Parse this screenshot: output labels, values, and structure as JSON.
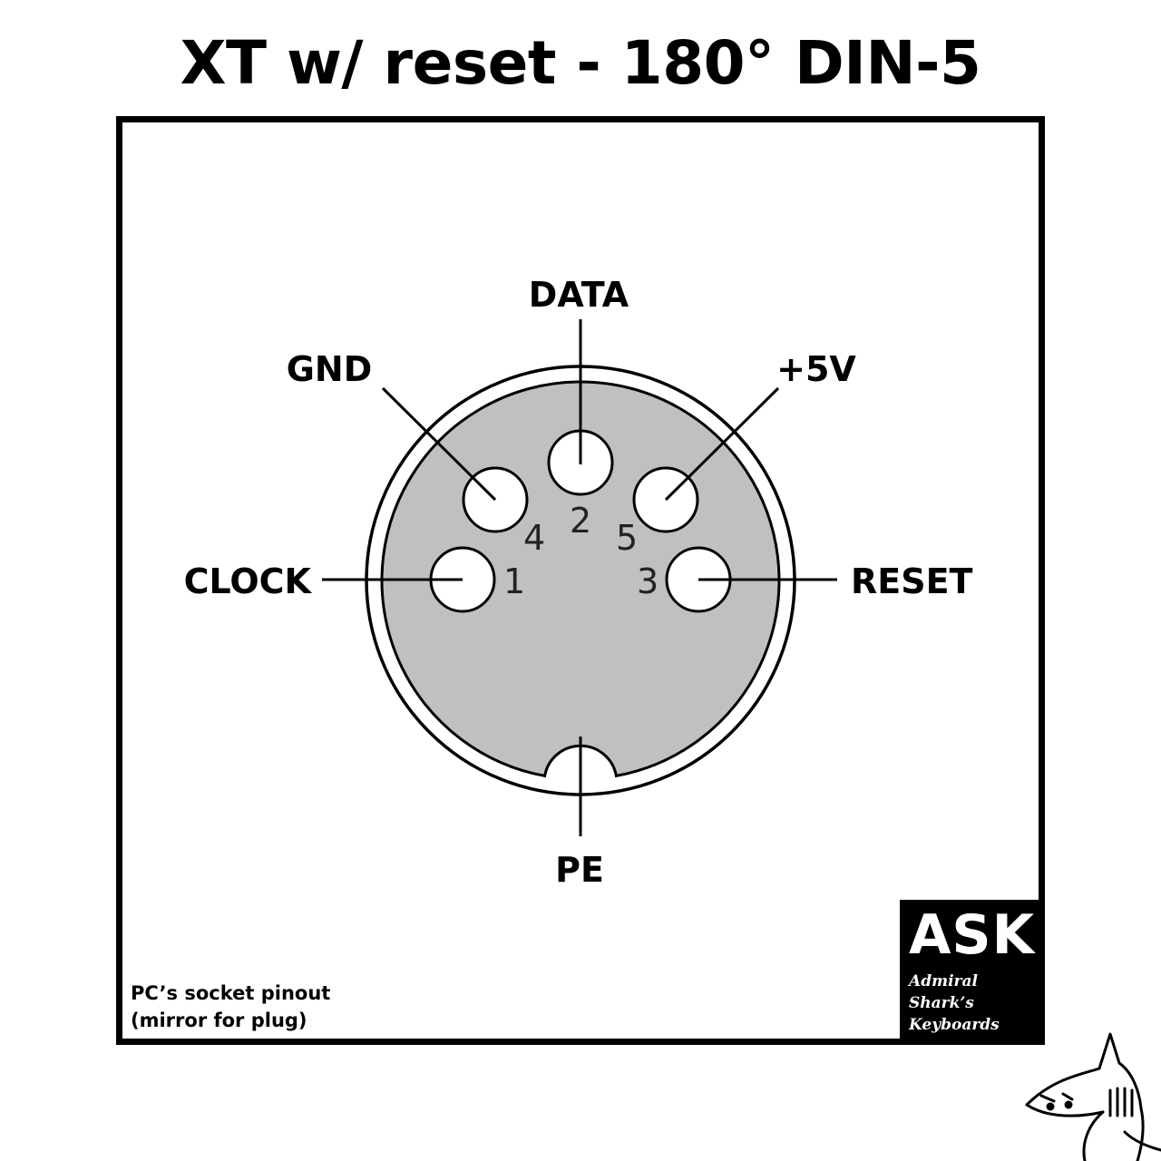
{
  "title": "XT w/ reset - 180° DIN-5",
  "connector": {
    "pins": [
      {
        "number": "1",
        "signal": "CLOCK"
      },
      {
        "number": "2",
        "signal": "DATA"
      },
      {
        "number": "3",
        "signal": "RESET"
      },
      {
        "number": "4",
        "signal": "GND"
      },
      {
        "number": "5",
        "signal": "+5V"
      }
    ],
    "shield": "PE"
  },
  "note": {
    "line1": "PC’s socket pinout",
    "line2": "(mirror for plug)"
  },
  "logo": {
    "mark": "ASK",
    "line1": "Admiral",
    "line2": "Shark’s",
    "line3": "Keyboards"
  },
  "colors": {
    "connector_fill": "#c0c0c0",
    "ink": "#000000"
  },
  "icons": {
    "mascot": "shark-mascot-icon"
  }
}
